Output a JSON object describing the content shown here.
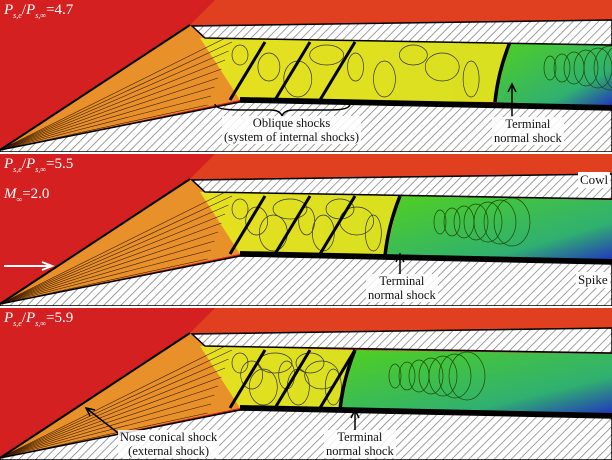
{
  "panels": [
    {
      "ratio_label": {
        "p1": "P",
        "sub1": "s,e",
        "slash": "/",
        "p2": "P",
        "sub2": "s,∞",
        "value": "=4.7"
      },
      "annotations": {
        "oblique_line1": "Oblique shocks",
        "oblique_line2": "(system of internal shocks)",
        "terminal_line1": "Terminal",
        "terminal_line2": "normal shock"
      }
    },
    {
      "ratio_label": {
        "p1": "P",
        "sub1": "s,e",
        "slash": "/",
        "p2": "P",
        "sub2": "s,∞",
        "value": "=5.5"
      },
      "mach_label": {
        "m": "M",
        "sub": "∞",
        "value": "=2.0"
      },
      "annotations": {
        "cowl": "Cowl",
        "spike": "Spike",
        "terminal_line1": "Terminal",
        "terminal_line2": "normal shock"
      }
    },
    {
      "ratio_label": {
        "p1": "P",
        "sub1": "s,e",
        "slash": "/",
        "p2": "P",
        "sub2": "s,∞",
        "value": "=5.9"
      },
      "annotations": {
        "nose_line1": "Nose conical shock",
        "nose_line2": "(external shock)",
        "terminal_line1": "Terminal",
        "terminal_line2": "normal shock"
      }
    }
  ],
  "colors": {
    "freestream": "#d42020",
    "cone": "#e8902a",
    "internal": "#e6e020",
    "subsonic": "#50d020",
    "exit": "#2030c0"
  }
}
